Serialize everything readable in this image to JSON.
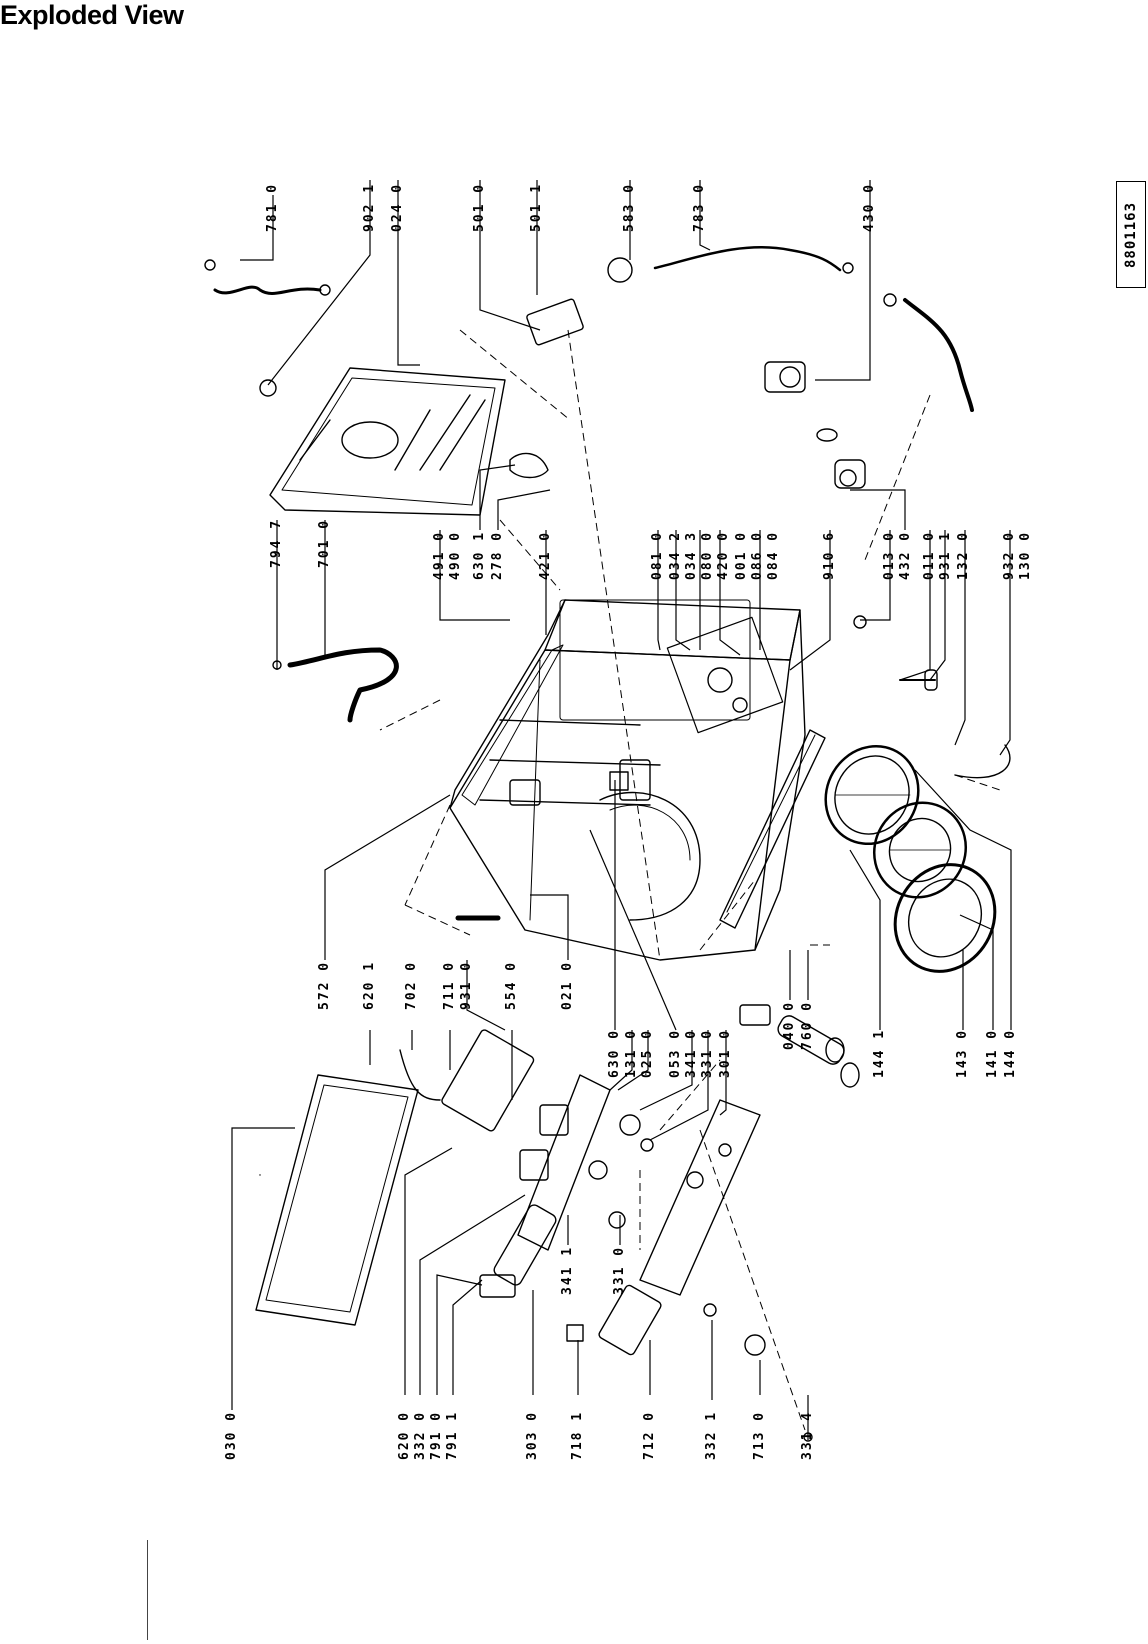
{
  "title": "Exploded View",
  "doc_id": "8801163",
  "labels": [
    "030 0",
    "620 0",
    "332 0",
    "791 0",
    "791 1",
    "303 0",
    "718 1",
    "712 0",
    "332 1",
    "713 0",
    "331 4",
    "341 1",
    "331 0",
    "620 1",
    "702 0",
    "711 0",
    "931 0",
    "554 0",
    "572 0",
    "021 0",
    "630 0",
    "131 0",
    "025 0",
    "053 0",
    "341 0",
    "331 0",
    "301 0",
    "040 0",
    "760 0",
    "144 1",
    "143 0",
    "141 0",
    "144 0",
    "794 7",
    "701 0",
    "781 0",
    "902 1",
    "024 0",
    "491 0",
    "490 0",
    "630 1",
    "278 0",
    "421 0",
    "501 0",
    "501 1",
    "583 0",
    "783 0",
    "430 0",
    "081 0",
    "034 2",
    "034 3",
    "080 0",
    "420 0",
    "001 0",
    "086 0",
    "084 0",
    "910 6",
    "013 0",
    "432 0",
    "011 0",
    "931 1",
    "132 0",
    "932 0",
    "130 0"
  ]
}
